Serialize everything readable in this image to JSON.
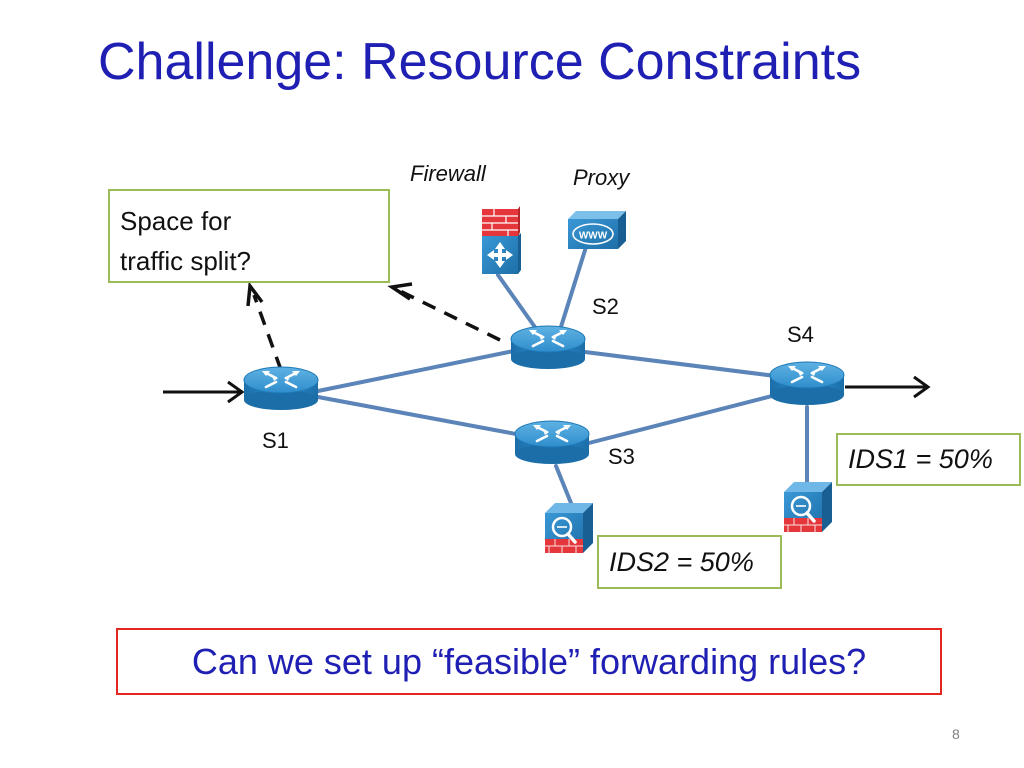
{
  "title": "Challenge: Resource Constraints",
  "callouts": {
    "split_line1": "Space for",
    "split_line2": "traffic split?",
    "ids1": "IDS1 = 50%",
    "ids2": "IDS2 = 50%"
  },
  "labels": {
    "firewall": "Firewall",
    "proxy": "Proxy",
    "s1": "S1",
    "s2": "S2",
    "s3": "S3",
    "s4": "S4",
    "www": "WWW"
  },
  "question": "Can we set up “feasible” forwarding rules?",
  "page_number": "8",
  "colors": {
    "title": "#1f1fb4",
    "link": "#5b84b8",
    "router_body": "#2b84bf",
    "callout_border": "#9bbb59",
    "question_border": "#e3261f",
    "firewall_brick": "#e4363b"
  }
}
